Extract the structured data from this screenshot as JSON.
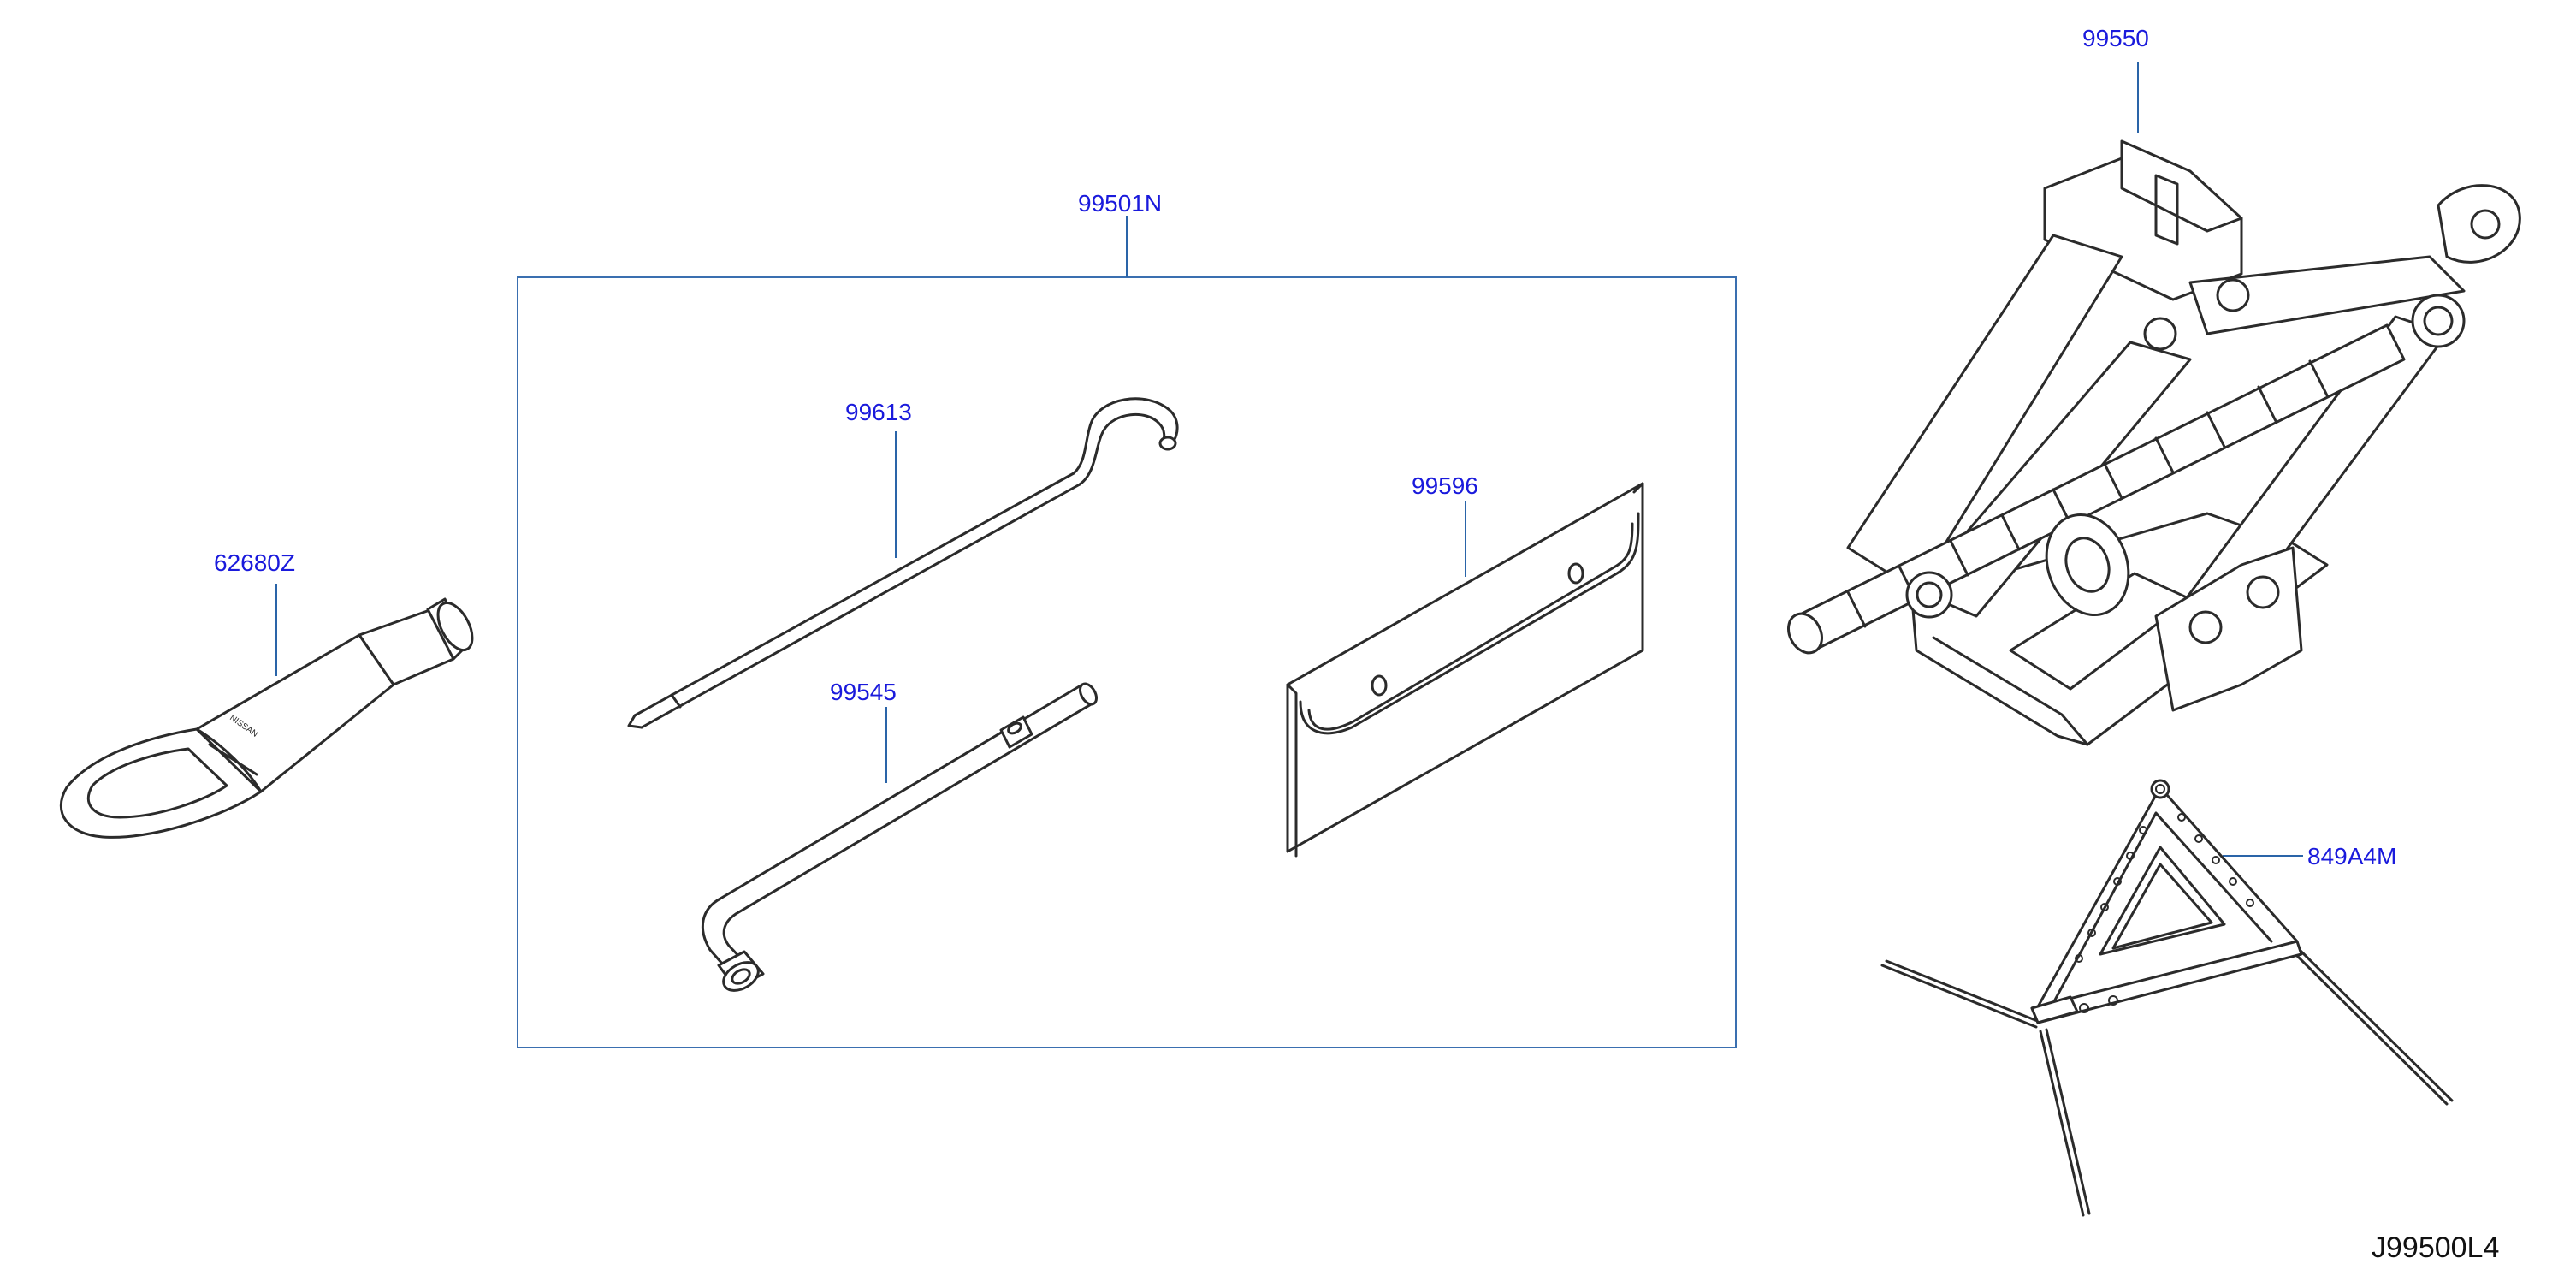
{
  "colors": {
    "label": "#1a1adc",
    "leader": "#2a64a8",
    "frame": "#3a6fb0",
    "ink": "#2b2b2b",
    "background": "#ffffff"
  },
  "parts": {
    "tool_kit_set": {
      "number": "99501N"
    },
    "jack_handle": {
      "number": "99613"
    },
    "wheel_wrench": {
      "number": "99545"
    },
    "tool_bag": {
      "number": "99596"
    },
    "towing_hook": {
      "number": "62680Z"
    },
    "jack": {
      "number": "99550"
    },
    "warning_triangle": {
      "number": "849A4M"
    }
  },
  "diagram_id": "J99500L4",
  "icons": [
    "towing-hook-icon",
    "jack-handle-icon",
    "wheel-wrench-icon",
    "tool-bag-icon",
    "scissor-jack-icon",
    "warning-triangle-icon"
  ]
}
